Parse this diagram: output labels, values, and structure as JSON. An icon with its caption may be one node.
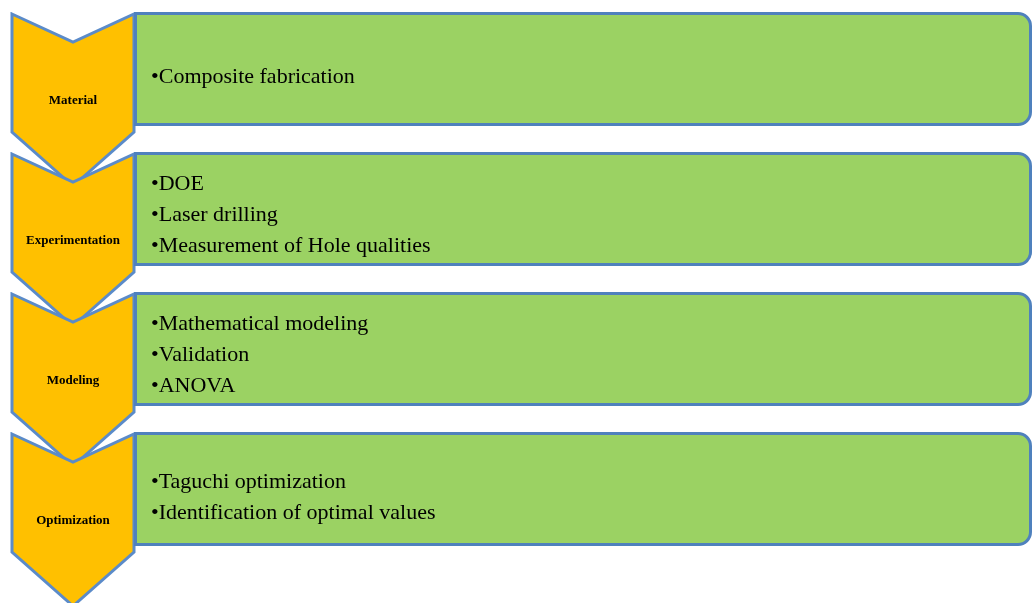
{
  "diagram": {
    "nodes": [
      {
        "text": [
          "Material"
        ]
      },
      {
        "text": [
          "•Composite fabrication"
        ]
      },
      {
        "text": [
          "Experimentation"
        ]
      },
      {
        "text": [
          "•DOE",
          "•Laser drilling",
          "•Measurement of Hole qualities"
        ]
      },
      {
        "text": [
          "Modeling"
        ]
      },
      {
        "text": [
          "•Mathematical modeling",
          "•Validation",
          "•ANOVA"
        ]
      },
      {
        "text": [
          "Optimization"
        ]
      },
      {
        "text": [
          "•Taguchi optimization",
          "•Identification of optimal values"
        ]
      }
    ]
  }
}
